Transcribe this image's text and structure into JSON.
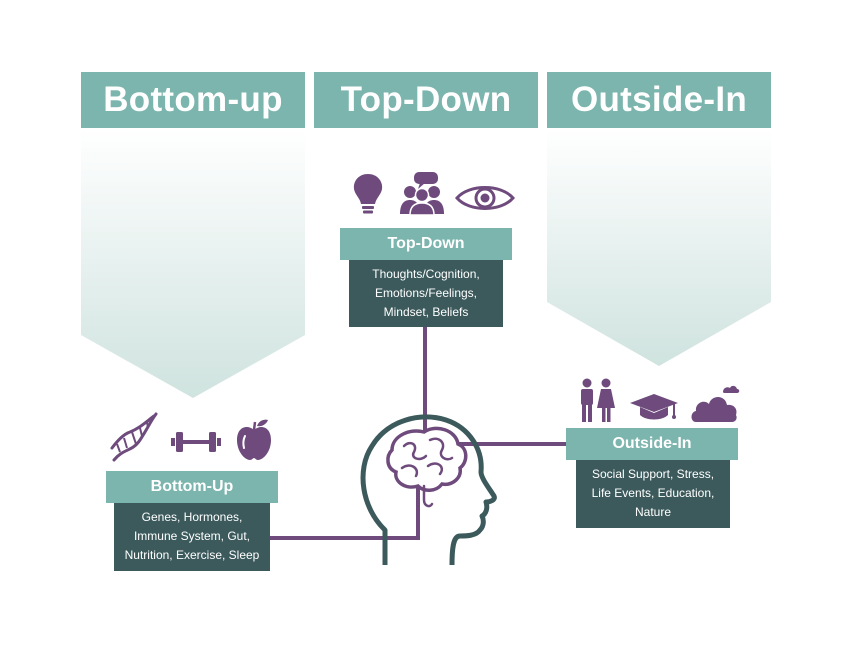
{
  "columns": {
    "bottom_up": "Bottom-up",
    "top_down": "Top-Down",
    "outside_in": "Outside-In"
  },
  "top_down_box": {
    "title": "Top-Down",
    "lines": [
      "Thoughts/Cognition,",
      "Emotions/Feelings,",
      "Mindset, Beliefs"
    ]
  },
  "bottom_up_box": {
    "title": "Bottom-Up",
    "lines": [
      "Genes, Hormones,",
      "Immune System, Gut,",
      "Nutrition, Exercise, Sleep"
    ]
  },
  "outside_in_box": {
    "title": "Outside-In",
    "lines": [
      "Social Support, Stress,",
      "Life Events, Education,",
      "Nature"
    ]
  },
  "colors": {
    "teal": "#7cb5ad",
    "dark_slate": "#3c5a5c",
    "purple": "#6e4b7c",
    "head_outline": "#3c5a5c"
  },
  "icons": {
    "top_down": [
      "lightbulb-icon",
      "people-group-icon",
      "eye-icon"
    ],
    "bottom_up": [
      "dna-icon",
      "dumbbell-icon",
      "apple-icon"
    ],
    "outside_in": [
      "couple-icon",
      "graduation-cap-icon",
      "cloud-icon"
    ],
    "center": "head-brain-icon"
  }
}
